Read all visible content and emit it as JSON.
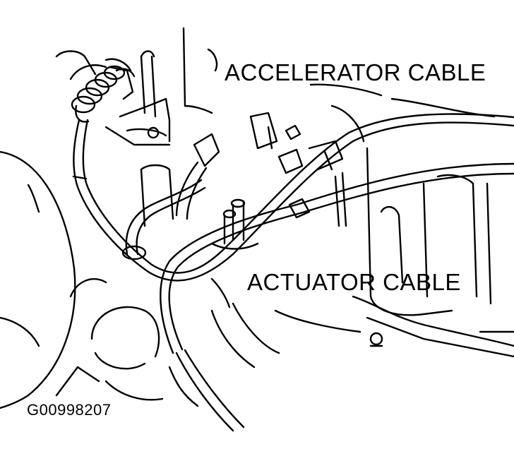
{
  "diagram": {
    "labels": {
      "accelerator_cable": "ACCELERATOR CABLE",
      "actuator_cable": "ACTUATOR CABLE"
    },
    "figure_code": "G00998207",
    "colors": {
      "line": "#000000",
      "background": "#ffffff"
    }
  }
}
